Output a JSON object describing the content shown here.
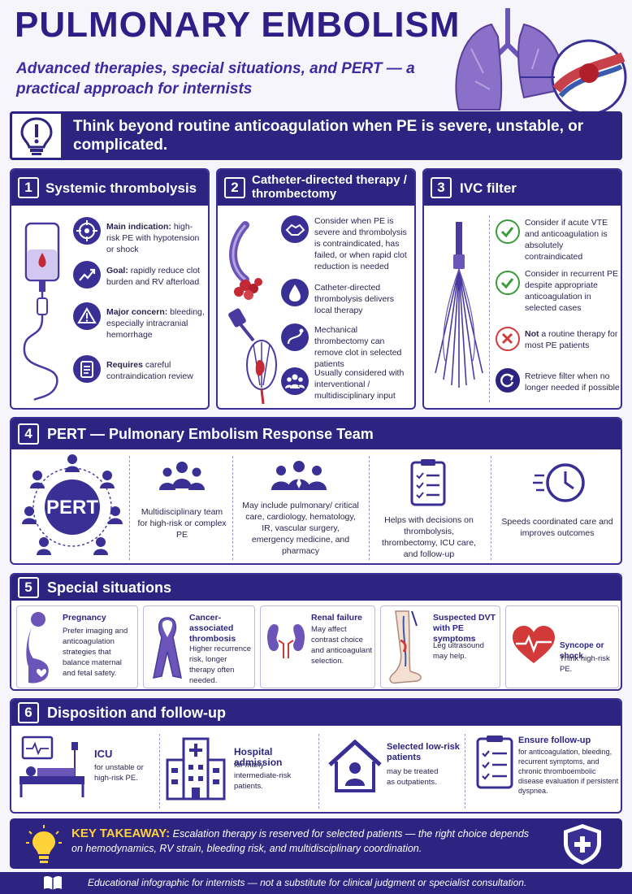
{
  "header": {
    "title": "PULMONARY EMBOLISM",
    "subtitle": "Advanced therapies, special situations, and PERT — a practical approach for internists"
  },
  "alert": {
    "text": "Think beyond routine anticoagulation when PE is severe, unstable, or complicated."
  },
  "sec1": {
    "num": "1",
    "title": "Systemic thrombolysis",
    "items": [
      {
        "bold": "Main indication:",
        "text": " high-risk PE with hypotension or shock",
        "icon": "target-icon"
      },
      {
        "bold": "Goal:",
        "text": " rapidly reduce clot burden and RV afterload",
        "icon": "trend-up-icon"
      },
      {
        "bold": "Major concern:",
        "text": " bleeding, especially intracranial hemorrhage",
        "icon": "warning-icon"
      },
      {
        "bold": "Requires",
        "text": " careful contraindication review",
        "icon": "checklist-icon"
      }
    ]
  },
  "sec2": {
    "num": "2",
    "title": "Catheter-directed therapy / thrombectomy",
    "items": [
      {
        "text": "Consider when PE is severe and thrombolysis is contraindicated, has failed, or when rapid clot reduction is needed",
        "icon": "handshake-icon"
      },
      {
        "text": "Catheter-directed thrombolysis delivers local therapy",
        "icon": "drop-icon"
      },
      {
        "text": "Mechanical thrombectomy can remove clot in selected patients",
        "icon": "catheter-icon"
      },
      {
        "text": "Usually considered with interventional / multidisciplinary input",
        "icon": "team-icon"
      }
    ]
  },
  "sec3": {
    "num": "3",
    "title": "IVC filter",
    "items": [
      {
        "text": "Consider if acute VTE and anticoagulation is absolutely contraindicated",
        "icon": "check-icon"
      },
      {
        "text": "Consider in recurrent PE despite appropriate anticoagulation in selected cases",
        "icon": "check-icon"
      },
      {
        "bold": "Not",
        "text": " a routine therapy for most PE patients",
        "icon": "x-icon"
      },
      {
        "text": "Retrieve filter when no longer needed if possible",
        "icon": "retrieve-icon"
      }
    ]
  },
  "sec4": {
    "num": "4",
    "title": "PERT — Pulmonary Embolism Response Team",
    "badge": "PERT",
    "cols": [
      "Multidisciplinary team for high-risk or complex PE",
      "May include pulmonary/ critical care, cardiology, hematology, IR, vascular surgery, emergency medicine, and pharmacy",
      "Helps with decisions on thrombolysis, thrombectomy, ICU care, and follow-up",
      "Speeds coordinated care and improves outcomes"
    ]
  },
  "sec5": {
    "num": "5",
    "title": "Special situations",
    "cards": [
      {
        "title": "Pregnancy",
        "text": "Prefer imaging and anticoagulation strategies that balance maternal and fetal safety."
      },
      {
        "title": "Cancer-associated thrombosis",
        "text": "Higher recurrence risk, longer therapy often needed."
      },
      {
        "title": "Renal failure",
        "text": "May affect contrast choice and anticoagulant selection."
      },
      {
        "title": "Suspected DVT with PE symptoms",
        "text": "Leg ultrasound may help."
      },
      {
        "title": "Syncope or shock",
        "text": "Think high-risk PE."
      }
    ]
  },
  "sec6": {
    "num": "6",
    "title": "Disposition and follow-up",
    "cols": [
      {
        "title": "ICU",
        "text": "for unstable or high-risk PE."
      },
      {
        "title": "Hospital admission",
        "text": "for many intermediate-risk patients."
      },
      {
        "title": "Selected low-risk patients",
        "text": "may be treated as outpatients."
      },
      {
        "title": "Ensure follow-up",
        "text": "for anticoagulation, bleeding, recurrent symptoms, and chronic thromboembolic disease evaluation if persistent dyspnea."
      }
    ]
  },
  "takeaway": {
    "label": "KEY TAKEAWAY:",
    "text": " Escalation therapy is reserved for selected patients — the right choice depends on hemodynamics, RV strain, bleeding risk, and multidisciplinary coordination."
  },
  "footer": {
    "text": "Educational infographic for internists — not a substitute for clinical judgment or specialist consultation."
  },
  "colors": {
    "primary": "#2d2481",
    "accent": "#ffd23a",
    "green": "#3a9b3a",
    "red": "#d23a3a"
  }
}
